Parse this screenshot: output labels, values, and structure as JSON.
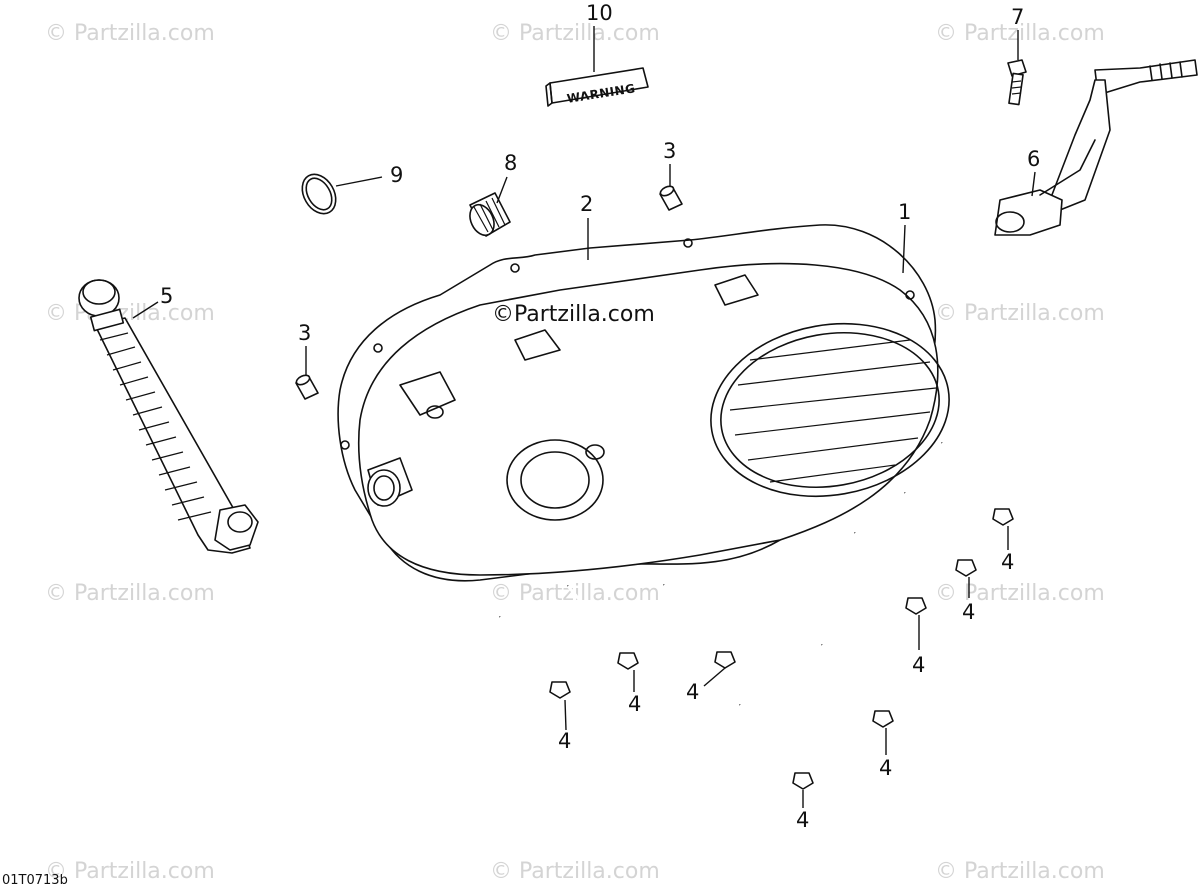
{
  "watermark": "© Partzilla.com",
  "watermark_center": "©Partzilla.com",
  "drawing_code": "01T0713b",
  "warning_label": "WARNING",
  "callouts": {
    "c1": "1",
    "c2": "2",
    "c3a": "3",
    "c3b": "3",
    "c4_1": "4",
    "c4_2": "4",
    "c4_3": "4",
    "c4_4": "4",
    "c4_5": "4",
    "c4_6": "4",
    "c4_7": "4",
    "c4_8": "4",
    "c5": "5",
    "c6": "6",
    "c7": "7",
    "c8": "8",
    "c9": "9",
    "c10": "10"
  },
  "colors": {
    "line": "#111111",
    "watermark": "#d4d4d4",
    "background": "#ffffff"
  }
}
